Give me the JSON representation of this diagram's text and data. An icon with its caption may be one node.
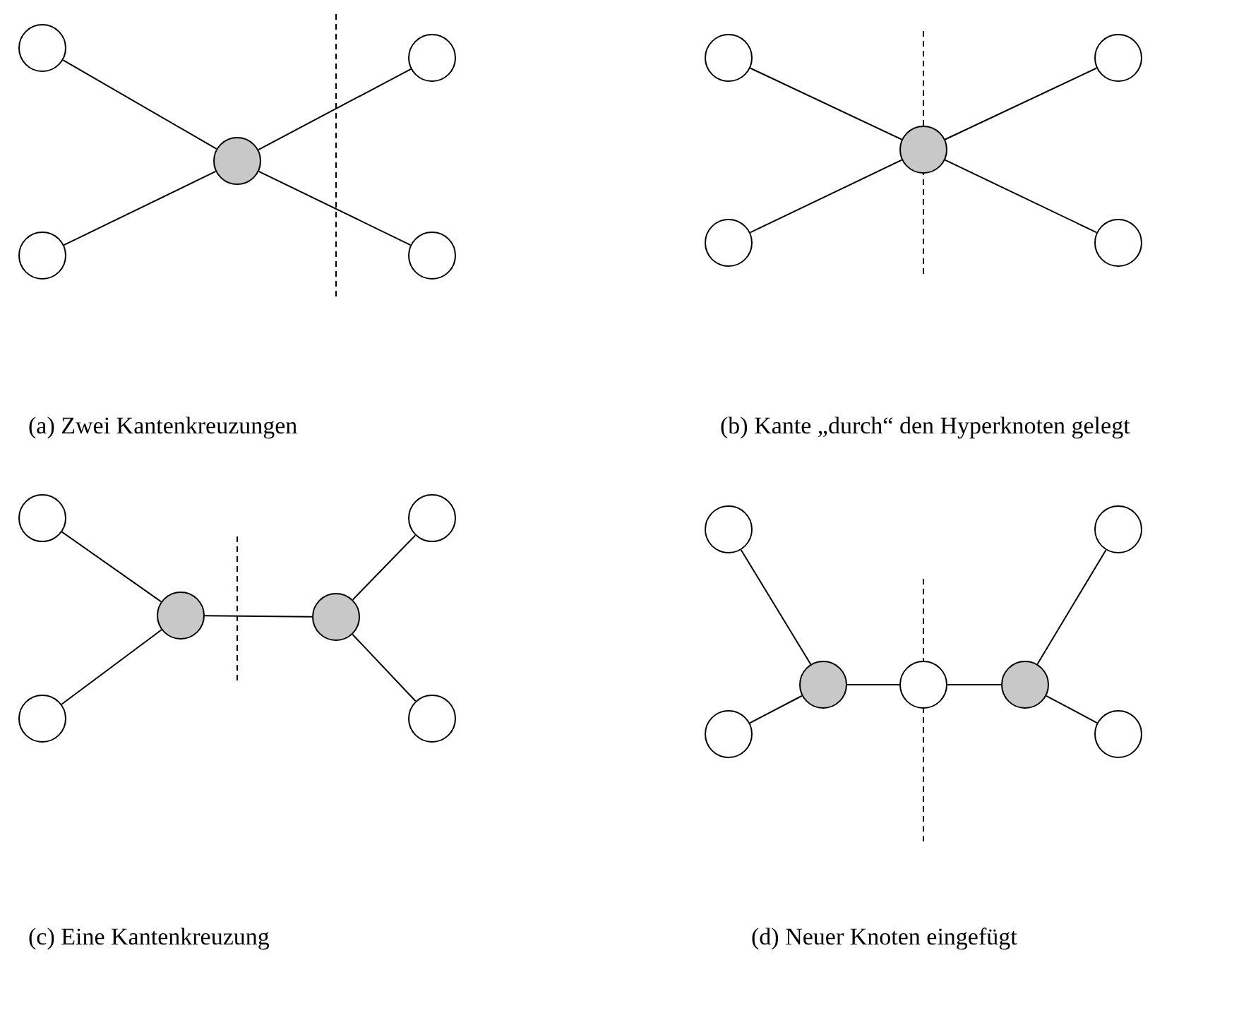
{
  "diagram": {
    "nodes": [
      {
        "text": [],
        "shape": "circle"
      },
      {
        "text": [],
        "shape": "circle"
      },
      {
        "text": [],
        "shape": "circle"
      },
      {
        "text": [],
        "shape": "circle"
      },
      {
        "text": [],
        "shape": "circle"
      },
      {
        "text": [],
        "shape": "circle"
      },
      {
        "text": [],
        "shape": "circle"
      },
      {
        "text": [],
        "shape": "circle"
      },
      {
        "text": [],
        "shape": "circle"
      },
      {
        "text": [],
        "shape": "circle"
      },
      {
        "text": [],
        "shape": "circle"
      },
      {
        "text": [],
        "shape": "circle"
      },
      {
        "text": [],
        "shape": "circle"
      },
      {
        "text": [],
        "shape": "circle"
      },
      {
        "text": [],
        "shape": "circle"
      },
      {
        "text": [],
        "shape": "circle"
      },
      {
        "text": [],
        "shape": "circle"
      },
      {
        "text": [],
        "shape": "circle"
      },
      {
        "text": [],
        "shape": "circle"
      },
      {
        "text": [],
        "shape": "circle"
      },
      {
        "text": [],
        "shape": "circle"
      },
      {
        "text": [],
        "shape": "circle"
      },
      {
        "text": [],
        "shape": "circle"
      }
    ],
    "edges": [
      {
        "from": 0,
        "to": 2,
        "arrow": "none"
      },
      {
        "from": 2,
        "to": 4,
        "arrow": "none"
      },
      {
        "from": 3,
        "to": 2,
        "arrow": "none"
      },
      {
        "from": 2,
        "to": 1,
        "arrow": "none"
      },
      {
        "from": 5,
        "to": 7,
        "arrow": "none"
      },
      {
        "from": 7,
        "to": 9,
        "arrow": "none"
      },
      {
        "from": 8,
        "to": 7,
        "arrow": "none"
      },
      {
        "from": 7,
        "to": 6,
        "arrow": "none"
      },
      {
        "from": 10,
        "to": 12,
        "arrow": "none"
      },
      {
        "from": 14,
        "to": 12,
        "arrow": "none"
      },
      {
        "from": 12,
        "to": 13,
        "arrow": "none"
      },
      {
        "from": 13,
        "to": 11,
        "arrow": "none"
      },
      {
        "from": 13,
        "to": 15,
        "arrow": "none"
      },
      {
        "from": 16,
        "to": 18,
        "arrow": "none"
      },
      {
        "from": 21,
        "to": 18,
        "arrow": "none"
      },
      {
        "from": 18,
        "to": 19,
        "arrow": "none"
      },
      {
        "from": 19,
        "to": 20,
        "arrow": "none"
      },
      {
        "from": 20,
        "to": 17,
        "arrow": "none"
      },
      {
        "from": 20,
        "to": 22,
        "arrow": "none"
      }
    ],
    "labels": [
      "(a) Zwei Kantenkreuzungen",
      "(b) Kante „durch“ den Hyperknoten gelegt",
      "(c) Eine Kantenkreuzung",
      "(d) Neuer Knoten eingefügt"
    ]
  }
}
